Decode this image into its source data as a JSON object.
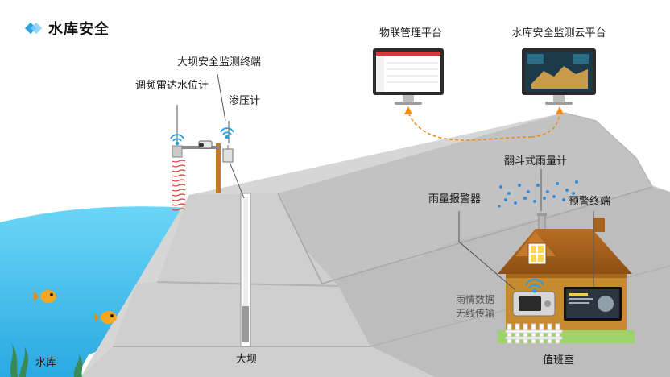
{
  "title": "水库安全",
  "labels": {
    "iot_platform": "物联管理平台",
    "cloud_platform": "水库安全监测云平台",
    "dam_terminal": "大坝安全监测终端",
    "radar_gauge": "调频雷达水位计",
    "piezometer": "渗压计",
    "rain_gauge": "翻斗式雨量计",
    "rain_alarm": "雨量报警器",
    "warning_terminal": "预警终端",
    "wireless_line1": "雨情数据",
    "wireless_line2": "无线传输",
    "reservoir": "水库",
    "dam": "大坝",
    "duty_room": "值班室"
  },
  "colors": {
    "water": "#4cc6ee",
    "dam_light": "#d3d3d3",
    "dam_dark": "#b9b9b9",
    "roof": "#a8621c",
    "house_wall": "#c78a2e",
    "signal": "#2a9fe0",
    "arrow": "#f28a1c",
    "rain": "#2e8fe0"
  }
}
